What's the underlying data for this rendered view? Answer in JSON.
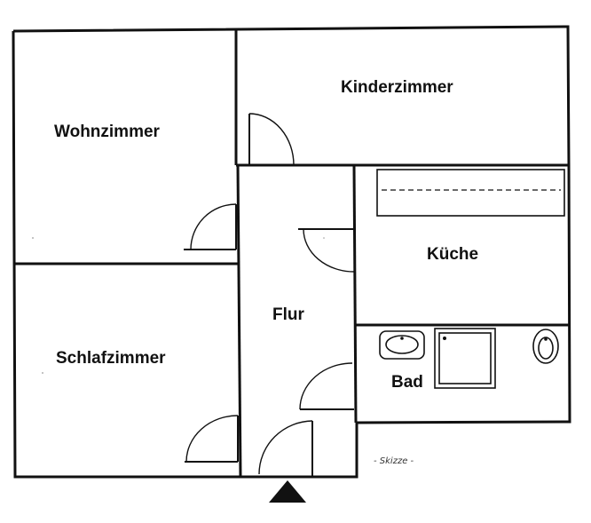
{
  "rooms": {
    "wohnzimmer": "Wohnzimmer",
    "kinderzimmer": "Kinderzimmer",
    "kueche": "Küche",
    "flur": "Flur",
    "schlafzimmer": "Schlafzimmer",
    "bad": "Bad"
  },
  "note": "- Skizze -",
  "colors": {
    "line": "#111111",
    "background": "#ffffff"
  }
}
